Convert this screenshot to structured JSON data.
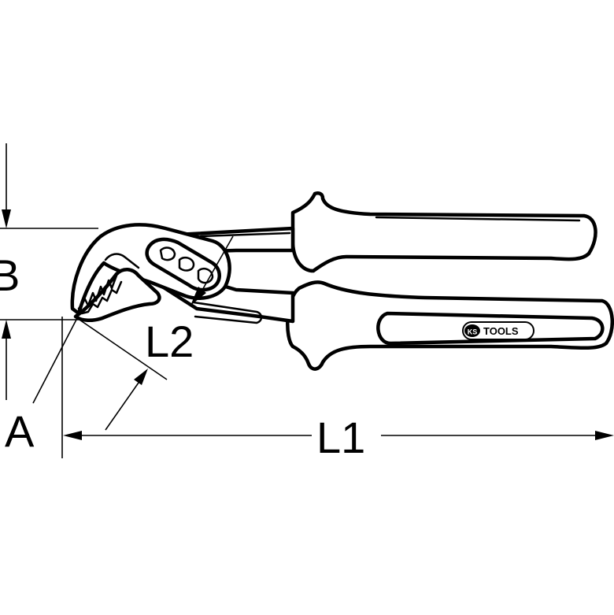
{
  "drawing": {
    "subject": "water-pump-pliers",
    "labels": {
      "A": "A",
      "B": "B",
      "L1": "L1",
      "L2": "L2"
    },
    "logo": {
      "ks": "KS",
      "tools": "TOOLS"
    },
    "colors": {
      "line": "#000000",
      "background": "#ffffff"
    }
  }
}
